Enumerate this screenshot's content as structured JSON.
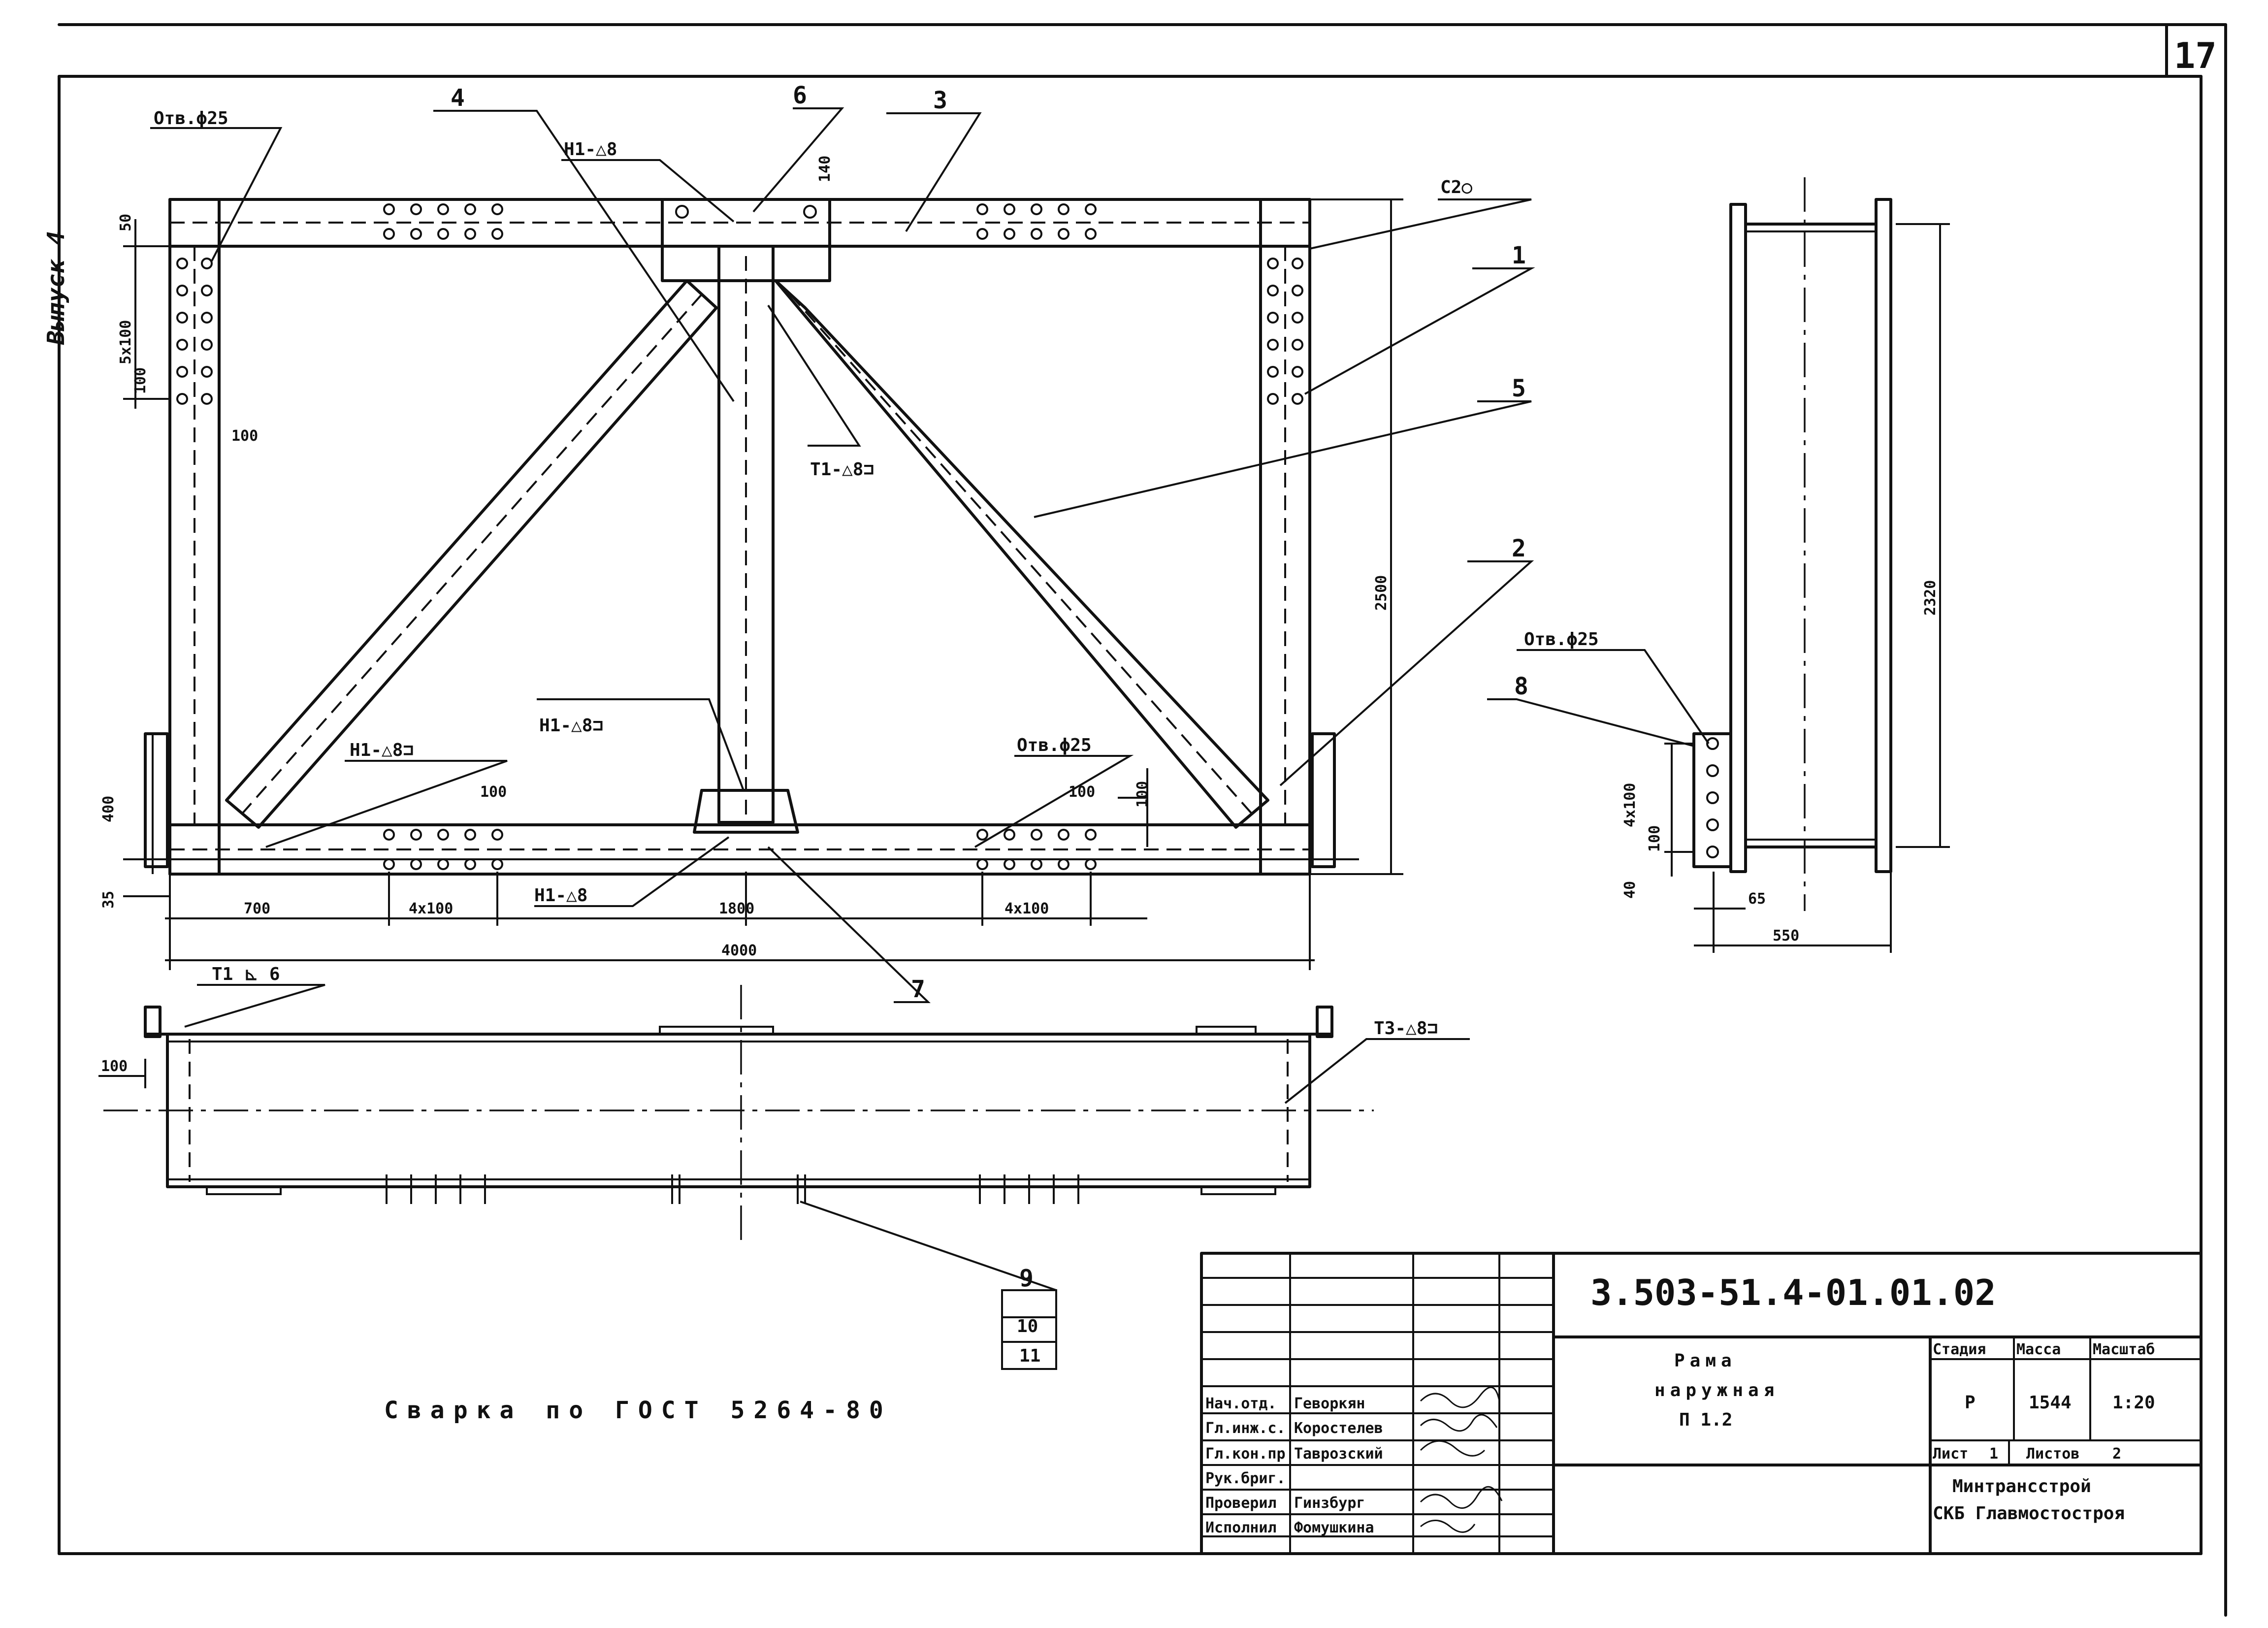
{
  "sheet": {
    "number": "17",
    "side_label": "Выпуск 4",
    "weld_note": "Сварка по ГОСТ 5264-80"
  },
  "main_view": {
    "hole_top": "Отв.ϕ25",
    "hole_bottom": "Отв.ϕ25",
    "weld_h1_top": "Н1-△8",
    "weld_t1": "Т1-△8⊐",
    "weld_c2": "С2○",
    "weld_h1_left": "Н1-△8⊐",
    "weld_h1_mid": "Н1-△8⊐",
    "weld_h1_bottom": "Н1-△8",
    "dims": {
      "d50": "50",
      "d5x100": "5х100",
      "d100_small": "100",
      "d100": "100",
      "d140": "140",
      "d2500": "2500",
      "d400": "400",
      "d35": "35",
      "d700": "700",
      "d4x100_left": "4х100",
      "d1800": "1800",
      "d4x100_right": "4х100",
      "d4000": "4000",
      "d100_a": "100",
      "d100_b": "100",
      "d100_c": "100"
    },
    "callouts": [
      "1",
      "2",
      "3",
      "4",
      "5",
      "6",
      "7"
    ]
  },
  "side_view": {
    "hole": "Отв.ϕ25",
    "callout": "8",
    "dims": {
      "d2320": "2320",
      "d4x100": "4х100",
      "d100": "100",
      "d40": "40",
      "d65": "65",
      "d550": "550"
    }
  },
  "plan_view": {
    "weld_t1": "Т1 ⊾ 6",
    "weld_t3": "Т3-△8⊐",
    "dim_100": "100",
    "callouts": [
      "9",
      "10",
      "11"
    ]
  },
  "title_block": {
    "designation": "3.503-51.4-01.01.02",
    "name_line1": "Рама",
    "name_line2": "наружная",
    "name_line3": "П 1.2",
    "col_stage": "Стадия",
    "col_mass": "Масса",
    "col_scale": "Масштаб",
    "stage": "Р",
    "mass": "1544",
    "scale": "1:20",
    "sheet_label": "Лист",
    "sheet_value": "1",
    "sheets_label": "Листов",
    "sheets_value": "2",
    "org_line1": "Минтрансстрой",
    "org_line2": "СКБ Главмостостроя",
    "roles": [
      {
        "role": "Нач.отд.",
        "name": "Геворкян"
      },
      {
        "role": "Гл.инж.с.",
        "name": "Коростелев"
      },
      {
        "role": "Гл.кон.пр",
        "name": "Таврозский"
      },
      {
        "role": "Рук.бриг.",
        "name": ""
      },
      {
        "role": "Проверил",
        "name": "Гинзбург"
      },
      {
        "role": "Исполнил",
        "name": "Фомушкина"
      }
    ]
  }
}
